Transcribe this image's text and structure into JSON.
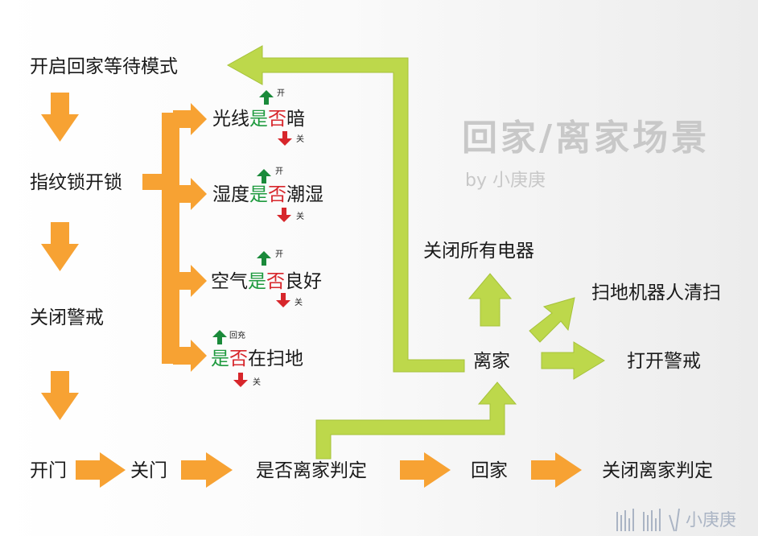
{
  "title": "回家/离家场景",
  "author": "by 小庚庚",
  "watermark": "小庚庚",
  "colors": {
    "orange": "#f7a233",
    "green": "#bdd84b",
    "up": "#1a8a3a",
    "down": "#d7262b",
    "yes_text": "#1e9a3e",
    "no_text": "#d7262b"
  },
  "left_column": [
    "开启回家等待模式",
    "指纹锁开锁",
    "关闭警戒"
  ],
  "conditions": [
    {
      "yes": "是",
      "no": "否",
      "rest": "光线",
      "tail": "暗",
      "up_label": "开",
      "down_label": "关"
    },
    {
      "yes": "是",
      "no": "否",
      "rest": "湿度",
      "tail": "潮湿",
      "up_label": "开",
      "down_label": "关"
    },
    {
      "yes": "是",
      "no": "否",
      "rest": "空气",
      "tail": "良好",
      "up_label": "开",
      "down_label": "关"
    },
    {
      "yes": "是",
      "no": "否",
      "rest": "",
      "tail": "在扫地",
      "up_label": "回充",
      "down_label": "关"
    }
  ],
  "bottom_row": [
    "开门",
    "关门",
    "是否离家判定",
    "回家",
    "关闭离家判定"
  ],
  "leave": {
    "label": "离家",
    "up": "关闭所有电器",
    "diagonal": "扫地机器人清扫",
    "right": "打开警戒"
  }
}
